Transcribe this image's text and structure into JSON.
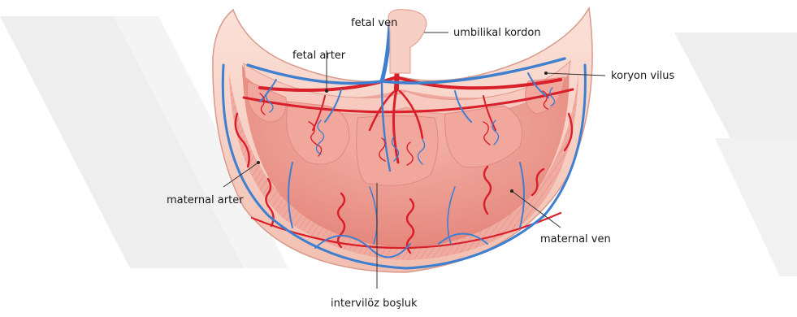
{
  "labels": {
    "fetal_ven": "fetal ven",
    "umbilikal_kordon": "umbilikal kordon",
    "fetal_arter": "fetal arter",
    "koryon_vilus": "koryon vilus",
    "maternal_arter": "maternal arter",
    "maternal_ven": "maternal ven",
    "intervilloz_bosluk": "intervilöz boşluk"
  },
  "colors": {
    "background": "#ffffff",
    "watermark": "#ececec",
    "tissue_outer": "#f4c4b5",
    "tissue_inner": "#e98f84",
    "villus": "#f3a39a",
    "artery": "#d81f2a",
    "vein": "#3f7fcf",
    "leader_line": "#333333"
  }
}
